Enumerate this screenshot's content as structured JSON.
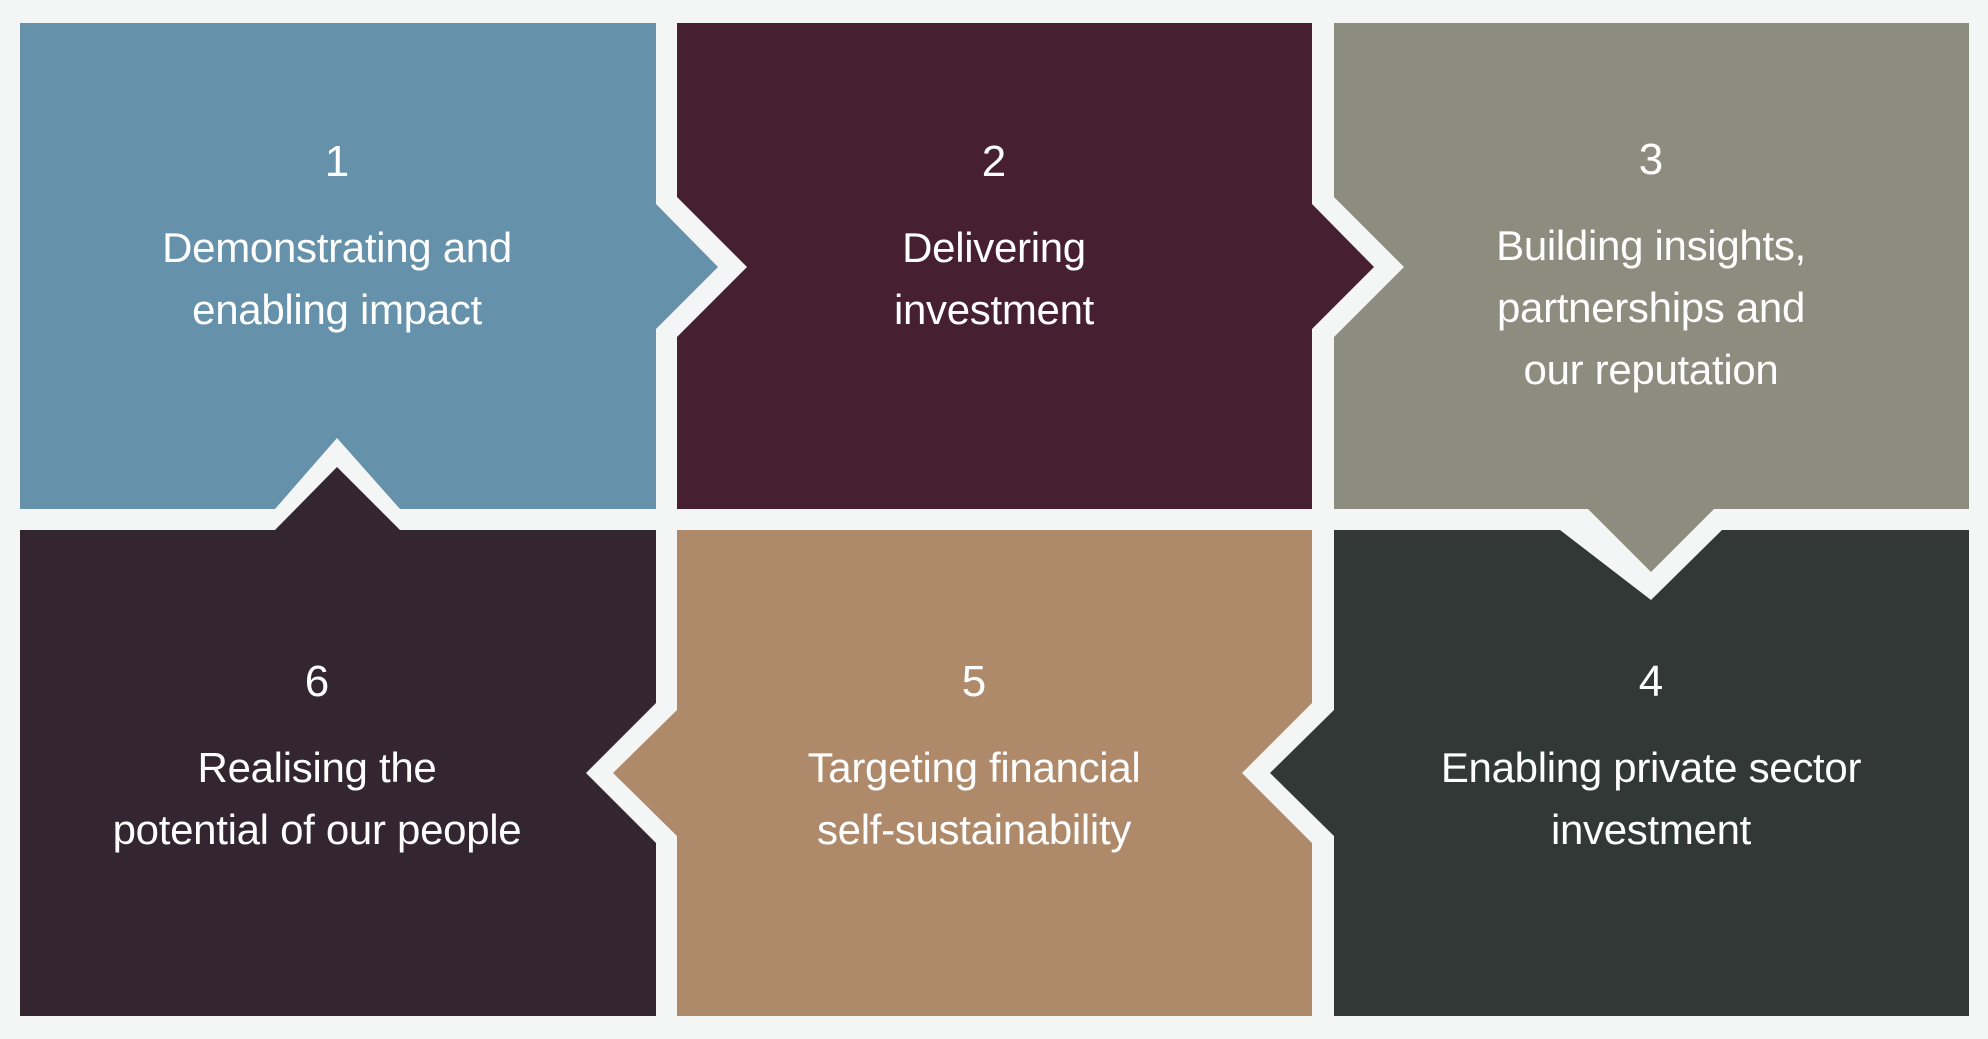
{
  "background": "#f4f5f5",
  "steps": [
    {
      "number": "1",
      "title_lines": [
        "Demonstrating and",
        "enabling impact"
      ],
      "color": "#6592aa",
      "arrow": "right"
    },
    {
      "number": "2",
      "title_lines": [
        "Delivering",
        "investment"
      ],
      "color": "#461f30",
      "arrow": "right"
    },
    {
      "number": "3",
      "title_lines": [
        "Building insights,",
        "partnerships and",
        "our reputation"
      ],
      "color": "#8c8d7f",
      "arrow": "down"
    },
    {
      "number": "4",
      "title_lines": [
        "Enabling private sector",
        "investment"
      ],
      "color": "#323836",
      "arrow": "left"
    },
    {
      "number": "5",
      "title_lines": [
        "Targeting financial",
        "self-sustainability"
      ],
      "color": "#ae8a6a",
      "arrow": "left"
    },
    {
      "number": "6",
      "title_lines": [
        "Realising the",
        "potential of our people"
      ],
      "color": "#332631",
      "arrow": "up"
    }
  ]
}
